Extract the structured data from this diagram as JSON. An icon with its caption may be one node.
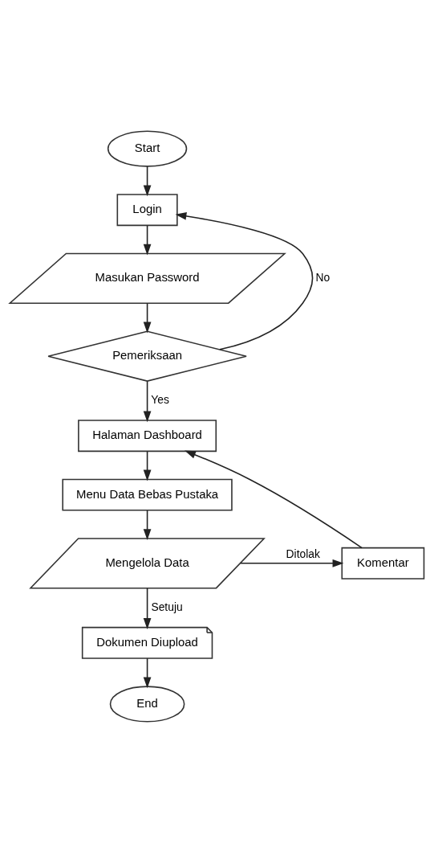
{
  "diagram": {
    "nodes": [
      {
        "text": [
          "Start"
        ]
      },
      {
        "text": [
          "Login"
        ]
      },
      {
        "text": [
          "Masukan Password"
        ]
      },
      {
        "text": [
          "Pemeriksaan"
        ]
      },
      {
        "text": [
          "Halaman Dashboard"
        ]
      },
      {
        "text": [
          "Menu Data Bebas Pustaka"
        ]
      },
      {
        "text": [
          "Mengelola Data"
        ]
      },
      {
        "text": [
          "Komentar"
        ]
      },
      {
        "text": [
          "Dokumen Diupload"
        ]
      },
      {
        "text": [
          "End"
        ]
      }
    ],
    "edges": [
      {
        "from": 0,
        "to": 1,
        "arrow": "to"
      },
      {
        "from": 1,
        "to": 2,
        "arrow": "to"
      },
      {
        "from": 2,
        "to": 3,
        "arrow": "to"
      },
      {
        "from": 3,
        "to": 1,
        "arrow": "to",
        "label": "No"
      },
      {
        "from": 3,
        "to": 4,
        "arrow": "to",
        "label": "Yes"
      },
      {
        "from": 4,
        "to": 5,
        "arrow": "to"
      },
      {
        "from": 5,
        "to": 6,
        "arrow": "to"
      },
      {
        "from": 6,
        "to": 7,
        "arrow": "to",
        "label": "Ditolak"
      },
      {
        "from": 7,
        "to": 4,
        "arrow": "to"
      },
      {
        "from": 6,
        "to": 8,
        "arrow": "to",
        "label": "Setuju"
      },
      {
        "from": 8,
        "to": 9,
        "arrow": "to"
      }
    ]
  }
}
